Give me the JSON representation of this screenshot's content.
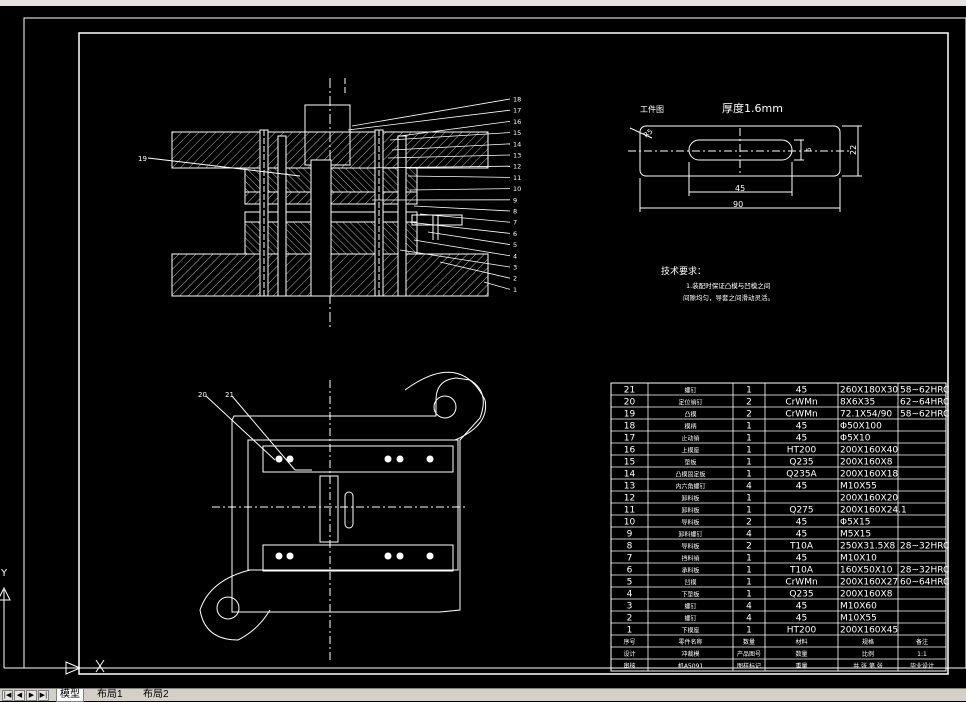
{
  "drawing": {
    "workpiece_title": "工件图",
    "thickness_label": "厚度1.6mm",
    "dims": {
      "slot_width": "45",
      "overall_width": "90",
      "height": "22",
      "slot_height": "6",
      "radius": "R5"
    },
    "tech_title": "技术要求：",
    "tech_lines": [
      "1.装配时保证凸模与凹模之间",
      "间隙均匀，导套之间滑动灵活。"
    ],
    "leaders_right": [
      "18",
      "17",
      "16",
      "15",
      "14",
      "13",
      "12",
      "11",
      "10",
      "9",
      "8",
      "7",
      "6",
      "5",
      "4",
      "3",
      "2",
      "1"
    ],
    "leader_left": "19",
    "plan_labels": [
      "20",
      "21"
    ]
  },
  "bom": {
    "rows": [
      {
        "no": "21",
        "name": "螺钉",
        "qty": "1",
        "mat": "45",
        "spec": "260X180X30",
        "note": "58~62HRC"
      },
      {
        "no": "20",
        "name": "定位销钉",
        "qty": "2",
        "mat": "CrWMn",
        "spec": "8X6X35",
        "note": "62~64HRC"
      },
      {
        "no": "19",
        "name": "凸模",
        "qty": "2",
        "mat": "CrWMn",
        "spec": "72.1X54/90",
        "note": "58~62HRC"
      },
      {
        "no": "18",
        "name": "模柄",
        "qty": "1",
        "mat": "45",
        "spec": "Φ50X100",
        "note": ""
      },
      {
        "no": "17",
        "name": "止动销",
        "qty": "1",
        "mat": "45",
        "spec": "Φ5X10",
        "note": ""
      },
      {
        "no": "16",
        "name": "上模座",
        "qty": "1",
        "mat": "HT200",
        "spec": "200X160X40",
        "note": ""
      },
      {
        "no": "15",
        "name": "垫板",
        "qty": "1",
        "mat": "Q235",
        "spec": "200X160X8",
        "note": ""
      },
      {
        "no": "14",
        "name": "凸模固定板",
        "qty": "1",
        "mat": "Q235A",
        "spec": "200X160X18",
        "note": ""
      },
      {
        "no": "13",
        "name": "内六角螺钉",
        "qty": "4",
        "mat": "45",
        "spec": "M10X55",
        "note": ""
      },
      {
        "no": "12",
        "name": "卸料板",
        "qty": "1",
        "mat": "",
        "spec": "200X160X20",
        "note": ""
      },
      {
        "no": "11",
        "name": "卸料板",
        "qty": "1",
        "mat": "Q275",
        "spec": "200X160X24.1",
        "note": ""
      },
      {
        "no": "10",
        "name": "导料板",
        "qty": "2",
        "mat": "45",
        "spec": "Φ5X15",
        "note": ""
      },
      {
        "no": "9",
        "name": "卸料螺钉",
        "qty": "4",
        "mat": "45",
        "spec": "M5X15",
        "note": ""
      },
      {
        "no": "8",
        "name": "导料板",
        "qty": "2",
        "mat": "T10A",
        "spec": "250X31.5X8",
        "note": "28~32HRC"
      },
      {
        "no": "7",
        "name": "挡料销",
        "qty": "1",
        "mat": "45",
        "spec": "M10X10",
        "note": ""
      },
      {
        "no": "6",
        "name": "承料板",
        "qty": "1",
        "mat": "T10A",
        "spec": "160X50X10",
        "note": "28~32HRC"
      },
      {
        "no": "5",
        "name": "凹模",
        "qty": "1",
        "mat": "CrWMn",
        "spec": "200X160X27",
        "note": "60~64HRC"
      },
      {
        "no": "4",
        "name": "下垫板",
        "qty": "1",
        "mat": "Q235",
        "spec": "200X160X8",
        "note": ""
      },
      {
        "no": "3",
        "name": "螺钉",
        "qty": "4",
        "mat": "45",
        "spec": "M10X60",
        "note": ""
      },
      {
        "no": "2",
        "name": "螺钉",
        "qty": "4",
        "mat": "45",
        "spec": "M10X55",
        "note": ""
      },
      {
        "no": "1",
        "name": "下模座",
        "qty": "1",
        "mat": "HT200",
        "spec": "200X160X45",
        "note": ""
      }
    ],
    "header": [
      "序号",
      "零件名称",
      "数量",
      "材料",
      "规格",
      "备注"
    ],
    "title_rows": [
      [
        "设计",
        "冲裁模",
        "产品图号",
        "数量",
        "比例",
        "1:1"
      ],
      [
        "审核",
        "机A5091",
        "图样标记",
        "重量",
        "共 张 第 张",
        "毕业设计"
      ]
    ]
  },
  "tabs": {
    "model": "模型",
    "layout1": "布局1",
    "layout2": "布局2"
  },
  "ucs": {
    "x": "X",
    "y": "Y"
  }
}
